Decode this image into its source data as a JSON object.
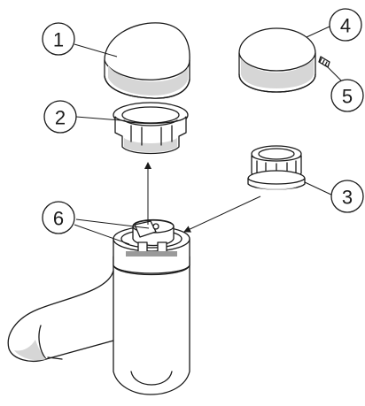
{
  "callouts": [
    {
      "id": "1",
      "label": "1"
    },
    {
      "id": "2",
      "label": "2"
    },
    {
      "id": "3",
      "label": "3"
    },
    {
      "id": "4",
      "label": "4"
    },
    {
      "id": "5",
      "label": "5"
    },
    {
      "id": "6",
      "label": "6"
    }
  ],
  "colors": {
    "line": "#1a1a1a",
    "shade": "#d6d6d6",
    "background": "#ffffff"
  }
}
